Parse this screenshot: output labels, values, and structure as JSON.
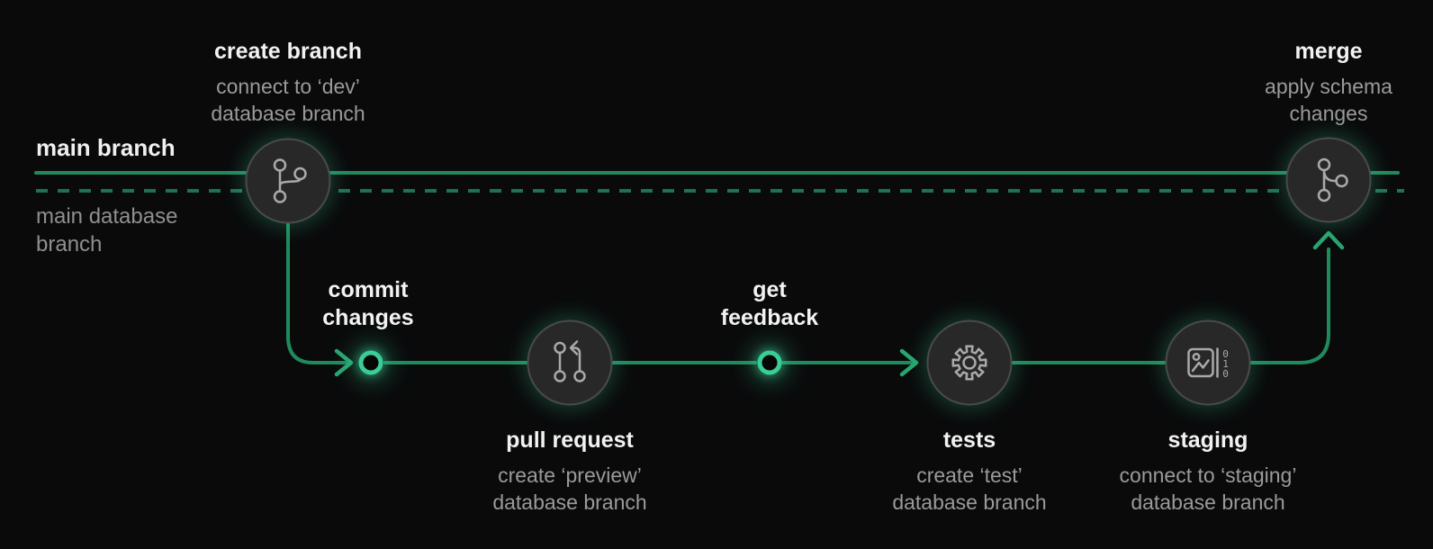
{
  "diagram": {
    "main_branch": {
      "label": "main branch"
    },
    "main_database_branch": {
      "label_line1": "main database",
      "label_line2": "branch"
    },
    "create_branch": {
      "title": "create branch",
      "subtitle_line1": "connect to ‘dev’",
      "subtitle_line2": "database branch"
    },
    "commit_changes": {
      "title_line1": "commit",
      "title_line2": "changes"
    },
    "pull_request": {
      "title": "pull request",
      "subtitle_line1": "create ‘preview’",
      "subtitle_line2": "database branch"
    },
    "get_feedback": {
      "title_line1": "get",
      "title_line2": "feedback"
    },
    "tests": {
      "title": "tests",
      "subtitle_line1": "create ‘test’",
      "subtitle_line2": "database branch"
    },
    "staging": {
      "title": "staging",
      "subtitle_line1": "connect to ‘staging’",
      "subtitle_line2": "database branch",
      "icon_digits": [
        "0",
        "1",
        "0"
      ]
    },
    "merge": {
      "title": "merge",
      "subtitle_line1": "apply schema",
      "subtitle_line2": "changes"
    }
  },
  "colors": {
    "background": "#0a0a0b",
    "line_green": "#1f8a5d",
    "dashed_green": "#1b7350",
    "bright_green": "#3bcd96",
    "node_fill": "#282828",
    "node_border": "#4a4a4a",
    "icon_stroke": "#a9a9a9",
    "title_text": "#f2f2f2",
    "subtitle_text": "#9a9a9a"
  }
}
